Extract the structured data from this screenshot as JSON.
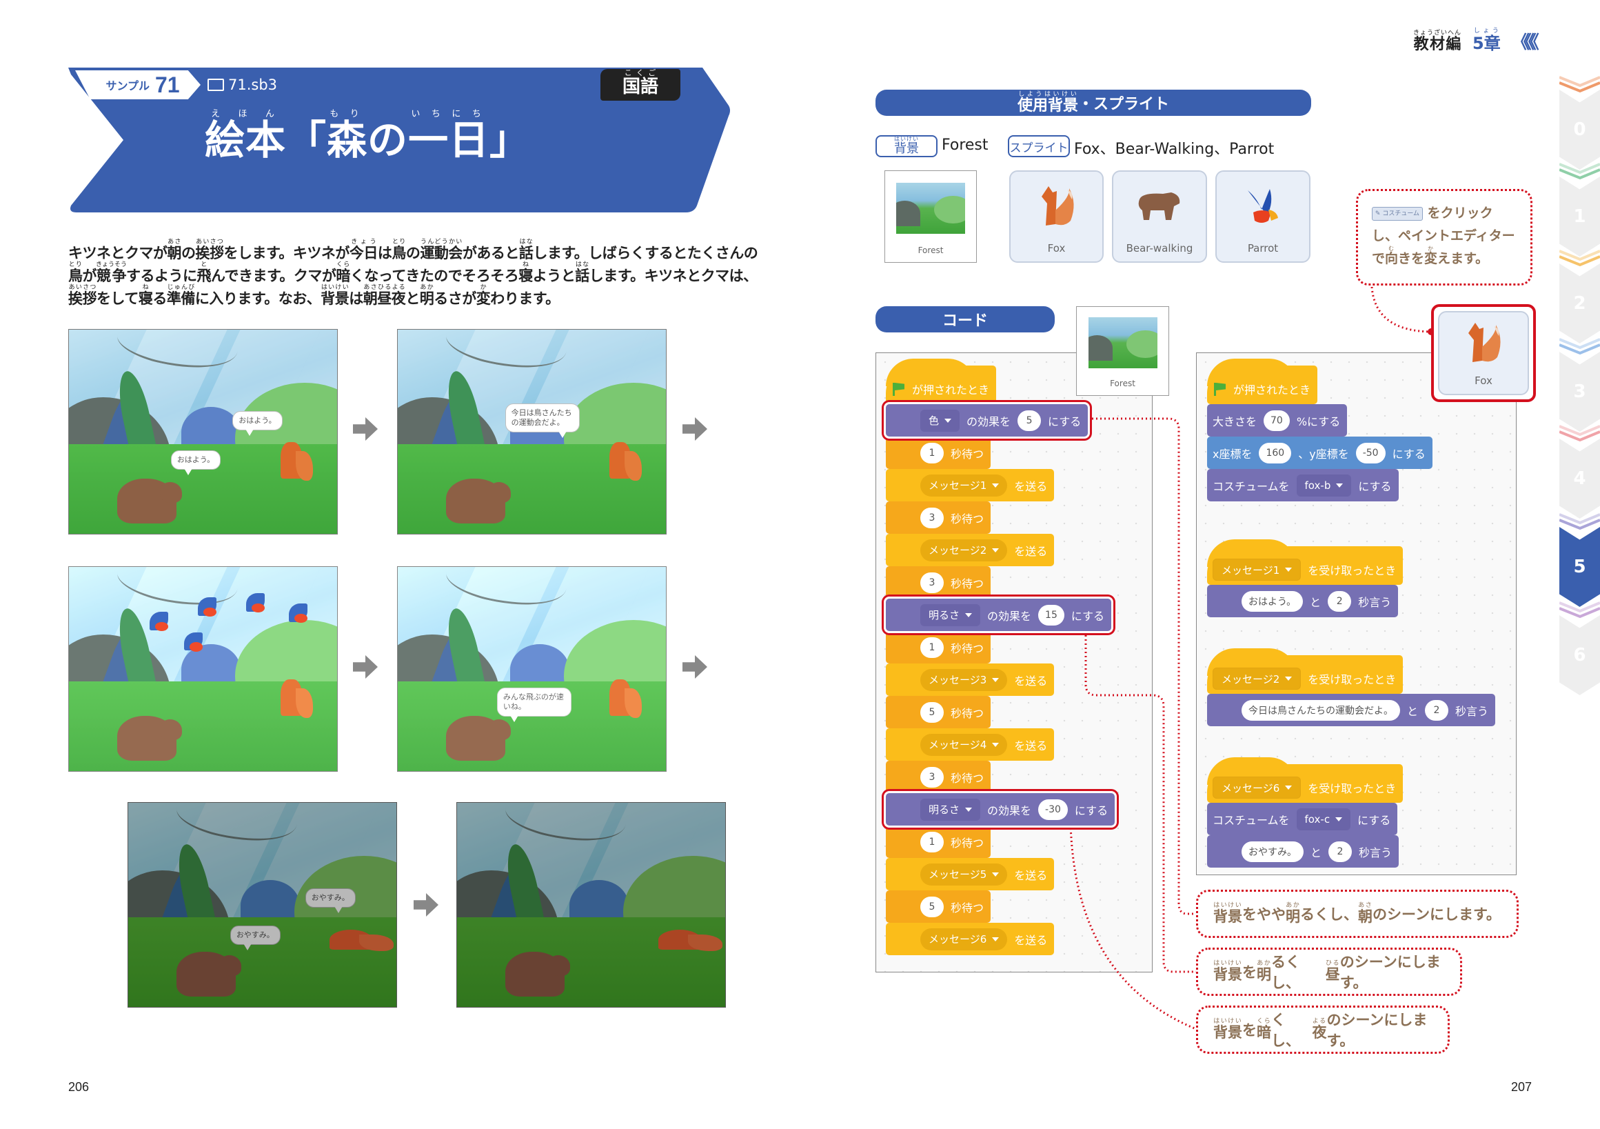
{
  "left_page": {
    "sample_label": "サンプル",
    "sample_number": "71",
    "file_name": "71.sb3",
    "subject": {
      "text": "国語",
      "ruby": "こくご"
    },
    "title": [
      {
        "t": "絵本",
        "r": "えほん"
      },
      {
        "t": "「",
        "r": ""
      },
      {
        "t": "森",
        "r": "もり"
      },
      {
        "t": "の",
        "r": ""
      },
      {
        "t": "一日",
        "r": "いちにち"
      },
      {
        "t": "」",
        "r": ""
      }
    ],
    "intro_lines": [
      [
        [
          "キツネとクマが",
          ""
        ],
        [
          "朝",
          "あさ"
        ],
        [
          "の",
          ""
        ],
        [
          "挨拶",
          "あいさつ"
        ],
        [
          "をします。キツネが",
          ""
        ],
        [
          "今日",
          "きょう"
        ],
        [
          "は",
          ""
        ],
        [
          "鳥",
          "とり"
        ],
        [
          "の",
          ""
        ],
        [
          "運動会",
          "うんどうかい"
        ],
        [
          "があると",
          ""
        ],
        [
          "話",
          "はな"
        ],
        [
          "します。しばらくするとたくさんの",
          ""
        ]
      ],
      [
        [
          "鳥",
          "とり"
        ],
        [
          "が",
          ""
        ],
        [
          "競争",
          "きょうそう"
        ],
        [
          "するように",
          ""
        ],
        [
          "飛",
          "と"
        ],
        [
          "んできます。クマが",
          ""
        ],
        [
          "暗",
          "くら"
        ],
        [
          "くなってきたのでそろそろ",
          ""
        ],
        [
          "寝",
          "ね"
        ],
        [
          "ようと",
          ""
        ],
        [
          "話",
          "はな"
        ],
        [
          "します。キツネとクマは、",
          ""
        ]
      ],
      [
        [
          "挨拶",
          "あいさつ"
        ],
        [
          "をして",
          ""
        ],
        [
          "寝",
          "ね"
        ],
        [
          "る",
          ""
        ],
        [
          "準備",
          "じゅんび"
        ],
        [
          "に入ります。なお、",
          ""
        ],
        [
          "背景",
          "はいけい"
        ],
        [
          "は",
          ""
        ],
        [
          "朝昼夜",
          "あさひるよる"
        ],
        [
          "と",
          ""
        ],
        [
          "明",
          "あか"
        ],
        [
          "るさが",
          ""
        ],
        [
          "変",
          "か"
        ],
        [
          "わります。",
          ""
        ]
      ]
    ],
    "scenes": [
      {
        "mode": "morning",
        "birds": false,
        "fox_pose": "sit",
        "bubbles": [
          {
            "who": "fox",
            "text": "おはよう。"
          },
          {
            "who": "bear",
            "text": "おはよう。"
          }
        ]
      },
      {
        "mode": "morning",
        "birds": false,
        "fox_pose": "sit",
        "bubbles": [
          {
            "who": "fox",
            "text": "今日は鳥さんたちの運動会だよ。"
          }
        ]
      },
      {
        "mode": "day",
        "birds": true,
        "fox_pose": "sit",
        "bubbles": []
      },
      {
        "mode": "day",
        "birds": false,
        "fox_pose": "sit",
        "bubbles": [
          {
            "who": "bear",
            "text": "みんな飛ぶのが速いね。"
          }
        ]
      },
      {
        "mode": "night",
        "birds": false,
        "fox_pose": "lie",
        "bubbles": [
          {
            "who": "fox",
            "text": "おやすみ。"
          },
          {
            "who": "bear",
            "text": "おやすみ。"
          }
        ]
      },
      {
        "mode": "night",
        "birds": false,
        "fox_pose": "lie",
        "bubbles": []
      }
    ],
    "page_number": "206"
  },
  "right_page": {
    "chapter_label": {
      "text": "教材編",
      "ruby": "きょうざいへん"
    },
    "chapter_number": {
      "text": "5章",
      "ruby": "しょう"
    },
    "chevrons": "《《《",
    "assets_heading": {
      "text": "使用背景",
      "ruby": "しようはいけい",
      "suffix": "・スプライト"
    },
    "backdrop_tag": {
      "text": "背景",
      "ruby": "はいけい"
    },
    "backdrop_names": "Forest",
    "sprite_tag": "スプライト",
    "sprite_names": "Fox、Bear-Walking、Parrot",
    "backdrop_thumb": "Forest",
    "sprite_thumbs": [
      "Fox",
      "Bear-walking",
      "Parrot"
    ],
    "tip": {
      "button_label": "コスチューム",
      "segments": [
        [
          "をクリックし、ペイントエディターで",
          ""
        ],
        [
          "向",
          "む"
        ],
        [
          "きを",
          ""
        ],
        [
          "変",
          "か"
        ],
        [
          "えます。",
          ""
        ]
      ]
    },
    "selected_sprite": "Fox",
    "code_heading": "コード",
    "stage_thumb": "Forest",
    "stage_script": [
      {
        "cat": "event",
        "kind": "when-flag",
        "hat": true,
        "parts": [
          {
            "flag": true
          },
          {
            "t": "が押されたとき"
          }
        ]
      },
      {
        "cat": "looks",
        "kind": "effect",
        "highlight": true,
        "parts": [
          {
            "dd": "色"
          },
          {
            "t": "の効果を"
          },
          {
            "in": "5"
          },
          {
            "t": "にする"
          }
        ]
      },
      {
        "cat": "control",
        "kind": "wait",
        "parts": [
          {
            "in": "1"
          },
          {
            "t": "秒待つ"
          }
        ]
      },
      {
        "cat": "event",
        "kind": "broadcast",
        "parts": [
          {
            "dd": "メッセージ1"
          },
          {
            "t": "を送る"
          }
        ]
      },
      {
        "cat": "control",
        "kind": "wait",
        "parts": [
          {
            "in": "3"
          },
          {
            "t": "秒待つ"
          }
        ]
      },
      {
        "cat": "event",
        "kind": "broadcast",
        "parts": [
          {
            "dd": "メッセージ2"
          },
          {
            "t": "を送る"
          }
        ]
      },
      {
        "cat": "control",
        "kind": "wait",
        "parts": [
          {
            "in": "3"
          },
          {
            "t": "秒待つ"
          }
        ]
      },
      {
        "cat": "looks",
        "kind": "effect",
        "highlight": true,
        "parts": [
          {
            "dd": "明るさ"
          },
          {
            "t": "の効果を"
          },
          {
            "in": "15"
          },
          {
            "t": "にする"
          }
        ]
      },
      {
        "cat": "control",
        "kind": "wait",
        "parts": [
          {
            "in": "1"
          },
          {
            "t": "秒待つ"
          }
        ]
      },
      {
        "cat": "event",
        "kind": "broadcast",
        "parts": [
          {
            "dd": "メッセージ3"
          },
          {
            "t": "を送る"
          }
        ]
      },
      {
        "cat": "control",
        "kind": "wait",
        "parts": [
          {
            "in": "5"
          },
          {
            "t": "秒待つ"
          }
        ]
      },
      {
        "cat": "event",
        "kind": "broadcast",
        "parts": [
          {
            "dd": "メッセージ4"
          },
          {
            "t": "を送る"
          }
        ]
      },
      {
        "cat": "control",
        "kind": "wait",
        "parts": [
          {
            "in": "3"
          },
          {
            "t": "秒待つ"
          }
        ]
      },
      {
        "cat": "looks",
        "kind": "effect",
        "highlight": true,
        "parts": [
          {
            "dd": "明るさ"
          },
          {
            "t": "の効果を"
          },
          {
            "in": "-30"
          },
          {
            "t": "にする"
          }
        ]
      },
      {
        "cat": "control",
        "kind": "wait",
        "parts": [
          {
            "in": "1"
          },
          {
            "t": "秒待つ"
          }
        ]
      },
      {
        "cat": "event",
        "kind": "broadcast",
        "parts": [
          {
            "dd": "メッセージ5"
          },
          {
            "t": "を送る"
          }
        ]
      },
      {
        "cat": "control",
        "kind": "wait",
        "parts": [
          {
            "in": "5"
          },
          {
            "t": "秒待つ"
          }
        ]
      },
      {
        "cat": "event",
        "kind": "broadcast",
        "parts": [
          {
            "dd": "メッセージ6"
          },
          {
            "t": "を送る"
          }
        ]
      }
    ],
    "fox_scripts": [
      [
        {
          "cat": "event",
          "kind": "when-flag",
          "hat": true,
          "parts": [
            {
              "flag": true
            },
            {
              "t": "が押されたとき"
            }
          ]
        },
        {
          "cat": "looks",
          "kind": "size",
          "parts": [
            {
              "t": "大きさを"
            },
            {
              "in": "70"
            },
            {
              "t": "%にする"
            }
          ]
        },
        {
          "cat": "motion",
          "kind": "goto",
          "parts": [
            {
              "t": "x座標を"
            },
            {
              "in": "160"
            },
            {
              "t": "、y座標を"
            },
            {
              "in": "-50"
            },
            {
              "t": "にする"
            }
          ]
        },
        {
          "cat": "looks",
          "kind": "costume",
          "parts": [
            {
              "t": "コスチュームを"
            },
            {
              "dd": "fox-b"
            },
            {
              "t": "にする"
            }
          ]
        }
      ],
      [
        {
          "cat": "event",
          "kind": "when-receive",
          "hat": true,
          "parts": [
            {
              "dd": "メッセージ1"
            },
            {
              "t": "を受け取ったとき"
            }
          ]
        },
        {
          "cat": "looks",
          "kind": "say",
          "parts": [
            {
              "in": "おはよう。"
            },
            {
              "t": "と"
            },
            {
              "in": "2"
            },
            {
              "t": "秒言う"
            }
          ]
        }
      ],
      [
        {
          "cat": "event",
          "kind": "when-receive",
          "hat": true,
          "parts": [
            {
              "dd": "メッセージ2"
            },
            {
              "t": "を受け取ったとき"
            }
          ]
        },
        {
          "cat": "looks",
          "kind": "say",
          "parts": [
            {
              "in": "今日は鳥さんたちの運動会だよ。"
            },
            {
              "t": "と"
            },
            {
              "in": "2"
            },
            {
              "t": "秒言う"
            }
          ]
        }
      ],
      [
        {
          "cat": "event",
          "kind": "when-receive",
          "hat": true,
          "parts": [
            {
              "dd": "メッセージ6"
            },
            {
              "t": "を受け取ったとき"
            }
          ]
        },
        {
          "cat": "looks",
          "kind": "costume",
          "parts": [
            {
              "t": "コスチュームを"
            },
            {
              "dd": "fox-c"
            },
            {
              "t": "にする"
            }
          ]
        },
        {
          "cat": "looks",
          "kind": "say",
          "parts": [
            {
              "in": "おやすみ。"
            },
            {
              "t": "と"
            },
            {
              "in": "2"
            },
            {
              "t": "秒言う"
            }
          ]
        }
      ]
    ],
    "callouts": [
      [
        [
          "背景",
          "はいけい"
        ],
        [
          "をやや",
          ""
        ],
        [
          "明",
          "あか"
        ],
        [
          "るくし、",
          ""
        ],
        [
          "朝",
          "あさ"
        ],
        [
          "のシーンにします。",
          ""
        ]
      ],
      [
        [
          "背景",
          "はいけい"
        ],
        [
          "を",
          ""
        ],
        [
          "明",
          "あか"
        ],
        [
          "るくし、",
          ""
        ],
        [
          "昼",
          "ひる"
        ],
        [
          "のシーンにします。",
          ""
        ]
      ],
      [
        [
          "背景",
          "はいけい"
        ],
        [
          "を",
          ""
        ],
        [
          "暗",
          "くら"
        ],
        [
          "くし、",
          ""
        ],
        [
          "夜",
          "よる"
        ],
        [
          "のシーンにします。",
          ""
        ]
      ]
    ],
    "chapter_tabs": [
      "0",
      "1",
      "2",
      "3",
      "4",
      "5",
      "6"
    ],
    "active_chapter": "5",
    "page_number": "207"
  },
  "colors": {
    "brand_blue": "#3a5fae",
    "highlight_red": "#d4101e",
    "callout_text": "#8b7055"
  }
}
